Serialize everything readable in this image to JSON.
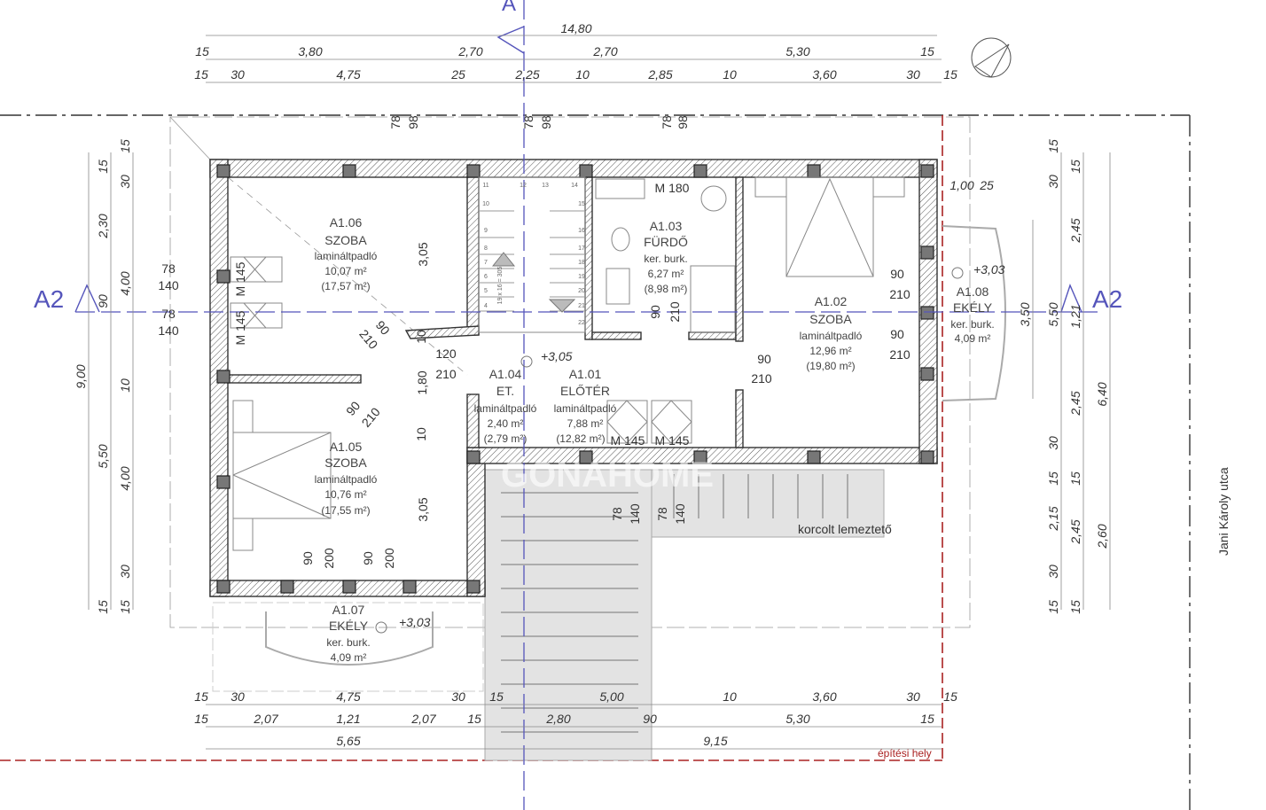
{
  "dimensions": {
    "top": [
      [
        "14,80"
      ],
      [
        "15",
        "3,80",
        "2,70",
        "2,70",
        "5,30",
        "15"
      ],
      [
        "15",
        "30",
        "4,75",
        "25",
        "2,25",
        "10",
        "2,85",
        "10",
        "3,60",
        "30",
        "15"
      ]
    ],
    "bottom": [
      [
        "15",
        "30",
        "4,75",
        "30",
        "15",
        "5,00",
        "10",
        "3,60",
        "30",
        "15"
      ],
      [
        "15",
        "2,07",
        "1,21",
        "2,07",
        "15",
        "2,80",
        "90",
        "5,30",
        "15"
      ],
      [
        "5,65",
        "9,15"
      ]
    ],
    "left": [
      [
        "9,00"
      ],
      [
        "15",
        "2,30",
        "90",
        "5,50",
        "15"
      ],
      [
        "15",
        "30",
        "4,00",
        "10",
        "4,00",
        "30",
        "15"
      ]
    ],
    "right": [
      [
        "3,50"
      ],
      [
        "15",
        "30",
        "5,50",
        "30",
        "15",
        "2,15",
        "30",
        "15"
      ],
      [
        "15",
        "2,45",
        "1,21",
        "2,45",
        "15",
        "2,45",
        "15"
      ],
      [
        "6,40",
        "2,60"
      ],
      [
        "1,00",
        "25"
      ]
    ]
  },
  "section_markers": {
    "top": "A",
    "left": "A2",
    "right": "A2"
  },
  "rooms": [
    {
      "id": "A1.06",
      "name": "SZOBA",
      "floor": "lamináltpadló",
      "area": "10,07 m²",
      "gross": "(17,57 m²)"
    },
    {
      "id": "A1.05",
      "name": "SZOBA",
      "floor": "lamináltpadló",
      "area": "10,76 m²",
      "gross": "(17,55 m²)"
    },
    {
      "id": "A1.04",
      "name": "ET.",
      "floor": "lamináltpadló",
      "area": "2,40 m²",
      "gross": "(2,79 m²)"
    },
    {
      "id": "A1.01",
      "name": "ELŐTÉR",
      "floor": "lamináltpadló",
      "area": "7,88 m²",
      "gross": "(12,82 m²)"
    },
    {
      "id": "A1.03",
      "name": "FÜRDŐ",
      "floor": "ker. burk.",
      "area": "6,27 m²",
      "gross": "(8,98 m²)"
    },
    {
      "id": "A1.02",
      "name": "SZOBA",
      "floor": "lamináltpadló",
      "area": "12,96 m²",
      "gross": "(19,80 m²)"
    },
    {
      "id": "A1.07",
      "name": "EKÉLY",
      "floor": "ker. burk.",
      "area": "4,09 m²"
    },
    {
      "id": "A1.08",
      "name": "EKÉLY",
      "floor": "ker. burk.",
      "area": "4,09 m²"
    }
  ],
  "elevations": [
    "+3,05",
    "+3,03",
    "+3,03"
  ],
  "openings": [
    "78",
    "140",
    "78",
    "140",
    "M 145",
    "M 145",
    "90",
    "210",
    "90",
    "210",
    "10",
    "10",
    "120",
    "210",
    "1,80",
    "3,05",
    "3,05",
    "M 180",
    "90",
    "210",
    "90",
    "210",
    "90",
    "210",
    "90",
    "210",
    "M 145",
    "M 145",
    "78",
    "140",
    "78",
    "140",
    "90",
    "200",
    "90",
    "200",
    "78",
    "98",
    "78",
    "98",
    "78",
    "98"
  ],
  "stairs": {
    "formula": "19 x 16 = 305",
    "steps": [
      "11",
      "10",
      "9",
      "8",
      "7",
      "6",
      "5",
      "4",
      "12",
      "13",
      "14",
      "15",
      "16",
      "17",
      "18",
      "19",
      "20",
      "21",
      "22"
    ]
  },
  "roof_label": "korcolt lemeztető",
  "street": "Jani Károly utca",
  "boundary_label": "építési hely",
  "watermark": "GONAHOME",
  "colors": {
    "axis": "#5555bb",
    "boundary": "#aa2222",
    "roof": "#e3e3e3"
  }
}
